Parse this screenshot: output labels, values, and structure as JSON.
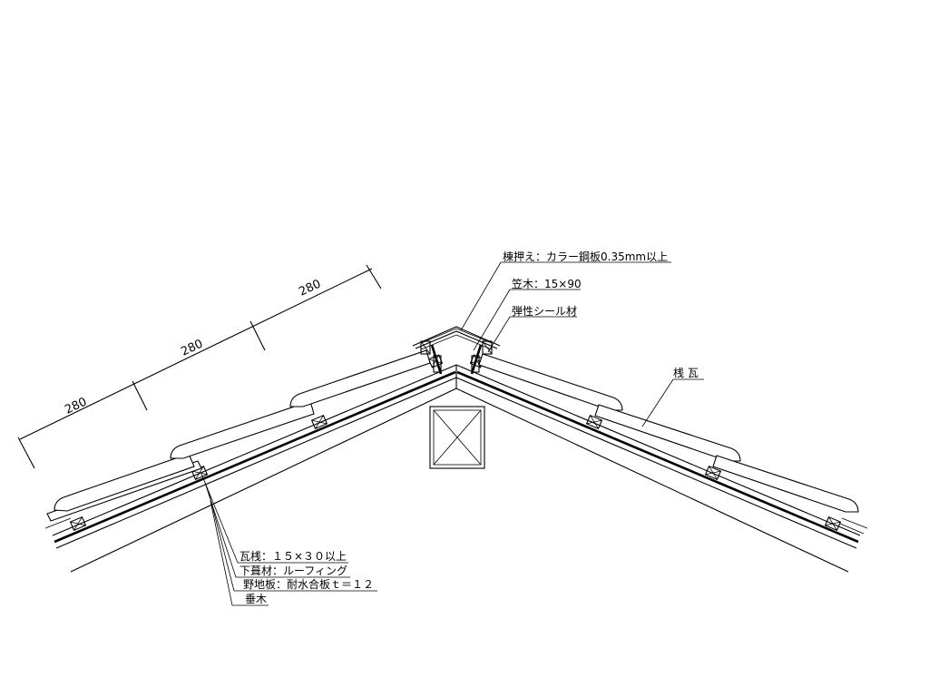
{
  "drawing": {
    "dimensions": [
      "280",
      "280",
      "280"
    ],
    "labels": {
      "ridge_cover": "棟押え：カラー鋼板0.35mm以上",
      "kasagi": "笠木：15×90",
      "sealant": "弾性シール材",
      "sangawara": "桟 瓦",
      "kawara_zan": "瓦桟：１５×３０以上",
      "shitabuki": "下葺材：ルーフィング",
      "nojiita": "野地板：耐水合板ｔ＝１２",
      "taruki": "垂木"
    }
  }
}
